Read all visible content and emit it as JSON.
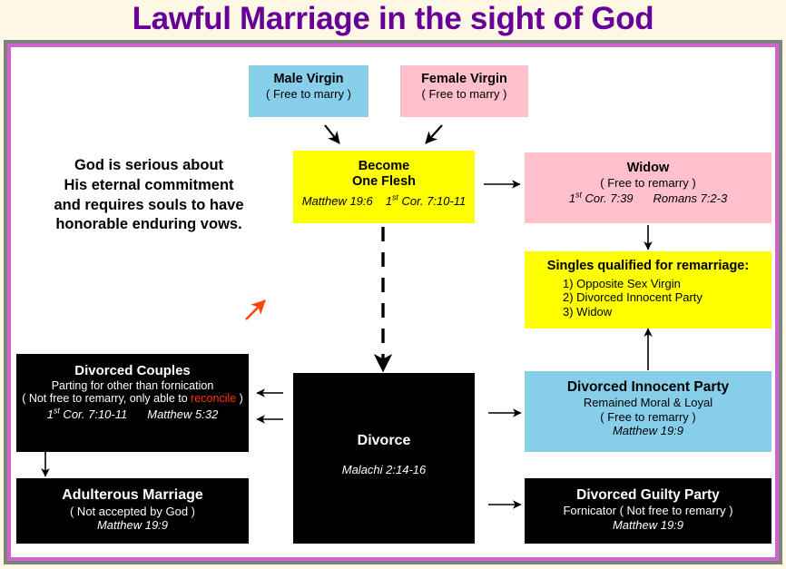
{
  "title": "Lawful Marriage in the sight of God",
  "colors": {
    "title": "#660099",
    "background": "#FDF8E3",
    "frame_outer": "#808080",
    "frame_inner": "#CC66CC",
    "blue": "#87CEEB",
    "pink": "#FFC0CB",
    "yellow": "#FFFF00",
    "black": "#000000",
    "highlight_red": "#FF3300"
  },
  "statement": {
    "line1": "God is serious about",
    "line2": "His eternal commitment",
    "line3": "and requires souls to have",
    "line4": "honorable enduring vows."
  },
  "boxes": {
    "male_virgin": {
      "title": "Male Virgin",
      "line2": "( Free to marry )"
    },
    "female_virgin": {
      "title": "Female Virgin",
      "line2": "( Free to marry )"
    },
    "one_flesh": {
      "title1": "Become",
      "title2": "One Flesh",
      "ref1_num": "1",
      "ref1_sup": "st",
      "ref1_rest": " Cor. 7:10-11",
      "ref2": "Matthew 19:6"
    },
    "widow": {
      "title": "Widow",
      "line2": "( Free to remarry )",
      "ref1_num": "1",
      "ref1_sup": "st",
      "ref1_rest": " Cor. 7:39",
      "ref2": "Romans 7:2-3"
    },
    "singles": {
      "title": "Singles qualified for remarriage:",
      "item1": "1) Opposite Sex Virgin",
      "item2": "2) Divorced Innocent Party",
      "item3": "3) Widow"
    },
    "divorced_couples": {
      "title": "Divorced Couples",
      "line2": "Parting for other than fornication",
      "line3_pre": "( Not free to remarry, only able to ",
      "line3_highlight": "reconcile",
      "line3_post": " )",
      "ref1_num": "1",
      "ref1_sup": "st",
      "ref1_rest": " Cor. 7:10-11",
      "ref2": "Matthew 5:32"
    },
    "adulterous_marriage": {
      "title": "Adulterous Marriage",
      "line2": "( Not accepted by God )",
      "ref": "Matthew 19:9"
    },
    "divorce": {
      "title": "Divorce",
      "ref": "Malachi 2:14-16"
    },
    "divorced_innocent": {
      "title": "Divorced Innocent Party",
      "line2": "Remained Moral & Loyal",
      "line3": "( Free to remarry )",
      "ref": "Matthew 19:9"
    },
    "divorced_guilty": {
      "title": "Divorced Guilty Party",
      "line2": "Fornicator ( Not free to remarry )",
      "ref": "Matthew 19:9"
    }
  }
}
